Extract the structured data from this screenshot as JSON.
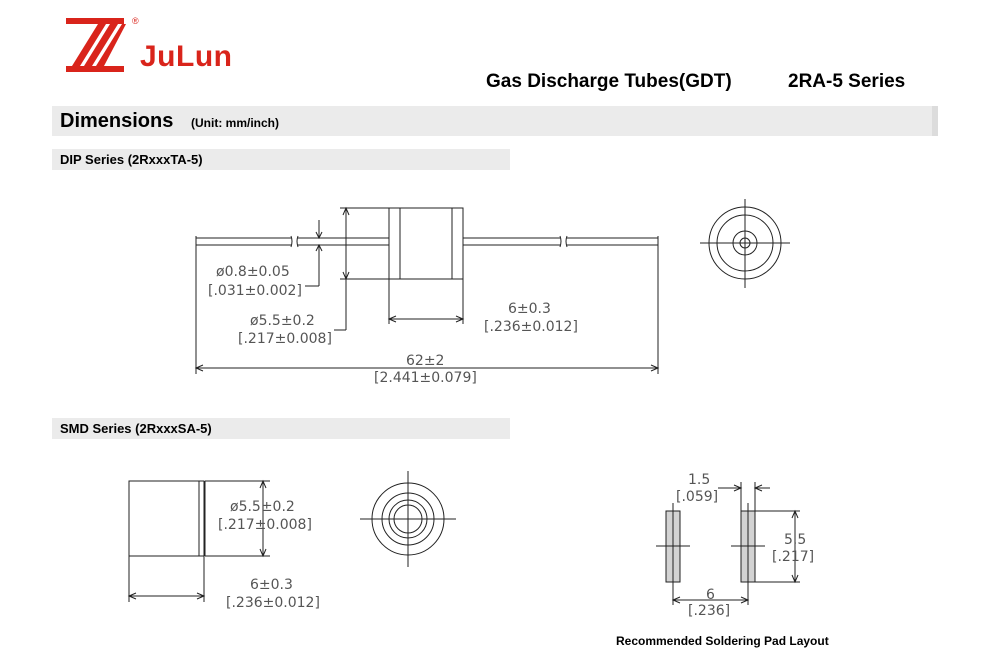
{
  "header": {
    "brand": "JuLun",
    "registered": "®",
    "title": "Gas Discharge Tubes(GDT)",
    "series": "2RA-5 Series"
  },
  "dimensions": {
    "heading": "Dimensions",
    "unit": "(Unit: mm/inch)"
  },
  "dip": {
    "title": "DIP Series (2RxxxTA-5)",
    "lead_dia": "ø0.8±0.05",
    "lead_dia_in": "[.031±0.002]",
    "body_dia": "ø5.5±0.2",
    "body_dia_in": "[.217±0.008]",
    "body_len": "6±0.3",
    "body_len_in": "[.236±0.012]",
    "total_len": "62±2",
    "total_len_in": "[2.441±0.079]"
  },
  "smd": {
    "title": "SMD Series (2RxxxSA-5)",
    "body_dia": "ø5.5±0.2",
    "body_dia_in": "[.217±0.008]",
    "body_len": "6±0.3",
    "body_len_in": "[.236±0.012]"
  },
  "pad": {
    "pad_w": "1.5",
    "pad_w_in": "[.059]",
    "pad_h": "5.5",
    "pad_h_in": "[.217]",
    "pad_pitch": "6",
    "pad_pitch_in": "[.236]",
    "caption": "Recommended Soldering Pad Layout"
  },
  "colors": {
    "brand": "#d9241b",
    "bar": "#ebebeb",
    "pad": "#d3d3d3"
  }
}
